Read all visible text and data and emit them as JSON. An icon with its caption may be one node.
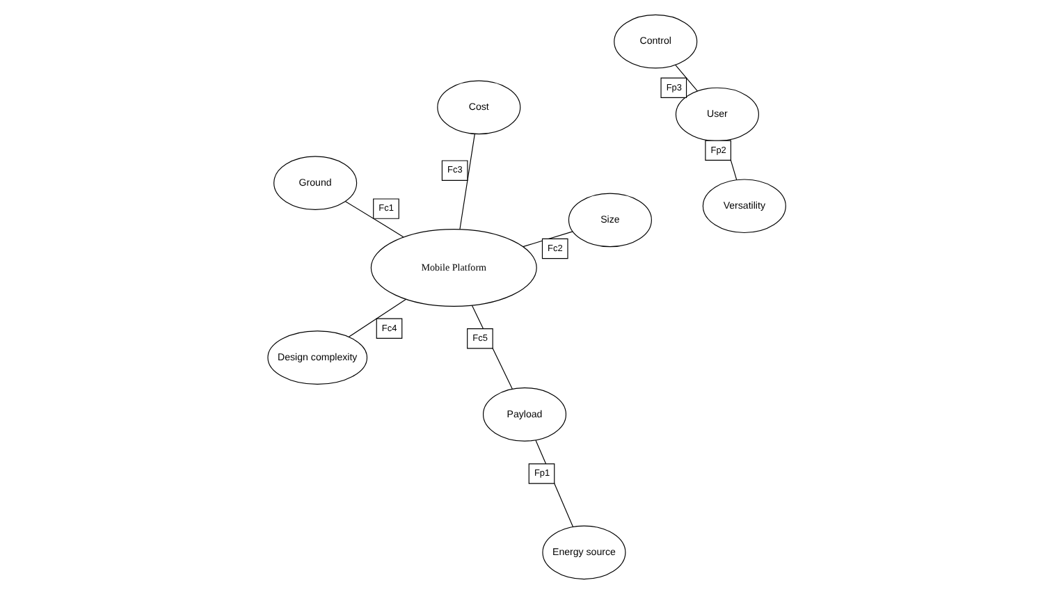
{
  "diagram": {
    "nodes": [
      {
        "text": [
          "Mobile Platform"
        ]
      },
      {
        "text": [
          "Payload"
        ]
      },
      {
        "text": [
          "Energy source"
        ]
      },
      {
        "text": [
          "Ground"
        ]
      },
      {
        "text": [
          "Size"
        ]
      },
      {
        "text": [
          "Control"
        ]
      },
      {
        "text": [
          "User"
        ]
      },
      {
        "text": [
          "Versatility"
        ]
      },
      {
        "text": [
          "Cost"
        ]
      },
      {
        "text": [
          "Design complexity"
        ]
      }
    ],
    "edges": [
      {
        "from": 1,
        "to": 2,
        "arrow": "none",
        "label": "Fp1"
      },
      {
        "from": 0,
        "to": 1,
        "arrow": "none",
        "label": "Fc5"
      },
      {
        "from": 0,
        "to": 3,
        "arrow": "none",
        "label": "Fc1"
      },
      {
        "from": 0,
        "to": 4,
        "arrow": "none",
        "label": "Fc2"
      },
      {
        "from": 6,
        "to": 5,
        "arrow": "none",
        "label": "Fp3"
      },
      {
        "from": 7,
        "to": 6,
        "arrow": "none",
        "label": "Fp2"
      },
      {
        "from": 0,
        "to": 8,
        "arrow": "none",
        "label": "Fc3"
      },
      {
        "from": 0,
        "to": 9,
        "arrow": "none",
        "label": "Fc4"
      }
    ]
  }
}
